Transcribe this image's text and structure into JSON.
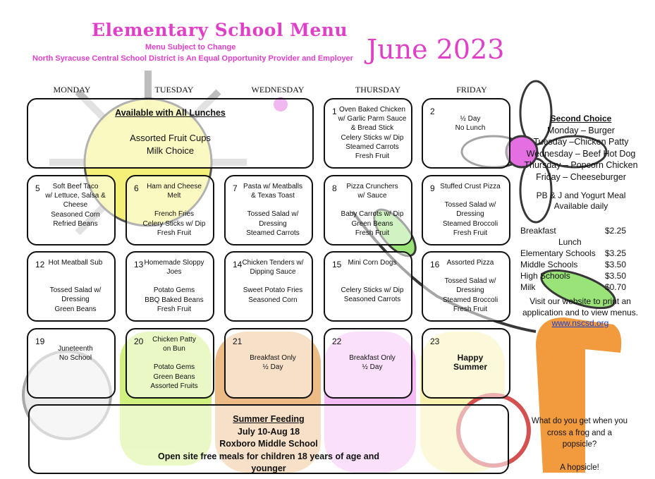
{
  "header": {
    "title": "Elementary School Menu",
    "subtitle": "Menu Subject to Change",
    "equal_opportunity": "North Syracuse Central School District is An Equal Opportunity Provider and Employer",
    "month": "June 2023"
  },
  "weekdays": [
    "MONDAY",
    "TUESDAY",
    "WEDNESDAY",
    "THURSDAY",
    "FRIDAY"
  ],
  "all_lunches": {
    "title": "Available with All Lunches",
    "items": [
      "Assorted Fruit Cups",
      "Milk Choice"
    ]
  },
  "days": [
    {
      "num": "1",
      "lines": [
        "Oven Baked Chicken",
        "w/ Garlic Parm Sauce",
        "& Bread Stick",
        "Celery Sticks w/ Dip",
        "Steamed Carrots",
        "Fresh Fruit"
      ]
    },
    {
      "num": "2",
      "lines": [
        "",
        "½ Day",
        "No Lunch"
      ]
    },
    {
      "num": "5",
      "lines": [
        "Soft Beef Taco",
        "w/ Lettuce, Salsa &",
        "Cheese",
        "Seasoned Corn",
        "Refried Beans"
      ]
    },
    {
      "num": "6",
      "lines": [
        "Ham and Cheese",
        "Melt",
        "",
        "French Fries",
        "Celery Sticks w/ Dip",
        "Fresh Fruit"
      ]
    },
    {
      "num": "7",
      "lines": [
        "Pasta w/ Meatballs",
        "& Texas Toast",
        "",
        "Tossed Salad w/",
        "Dressing",
        "Steamed Carrots"
      ]
    },
    {
      "num": "8",
      "lines": [
        "Pizza Crunchers",
        "w/ Sauce",
        "",
        "Baby Carrots w/ Dip",
        "Green Beans",
        "Fresh Fruit"
      ]
    },
    {
      "num": "9",
      "lines": [
        "Stuffed Crust Pizza",
        "",
        "Tossed Salad w/ Dressing",
        "Steamed Broccoli",
        "Fresh Fruit"
      ]
    },
    {
      "num": "12",
      "lines": [
        "Hot Meatball Sub",
        "",
        "",
        "Tossed Salad w/",
        "Dressing",
        "Green Beans"
      ]
    },
    {
      "num": "13",
      "lines": [
        "Homemade Sloppy",
        "Joes",
        "",
        "Potato Gems",
        "BBQ Baked Beans",
        "Fresh Fruit"
      ]
    },
    {
      "num": "14",
      "lines": [
        "Chicken Tenders w/",
        "Dipping Sauce",
        "",
        "Sweet Potato Fries",
        "Seasoned Corn"
      ]
    },
    {
      "num": "15",
      "lines": [
        "Mini Corn Dogs",
        "",
        "",
        "Celery Sticks w/ Dip",
        "Seasoned Carrots"
      ]
    },
    {
      "num": "16",
      "lines": [
        "Assorted Pizza",
        "",
        "Tossed Salad w/",
        "Dressing",
        "Steamed Broccoli",
        "Fresh Fruit"
      ]
    },
    {
      "num": "19",
      "lines": [
        "",
        "Juneteenth",
        "No School"
      ]
    },
    {
      "num": "20",
      "lines": [
        "Chicken Patty",
        "on Bun",
        "",
        "Potato Gems",
        "Green Beans",
        "Assorted Fruits"
      ]
    },
    {
      "num": "21",
      "lines": [
        "",
        "",
        "Breakfast Only",
        "½ Day"
      ]
    },
    {
      "num": "22",
      "lines": [
        "",
        "",
        "Breakfast Only",
        "½ Day"
      ]
    },
    {
      "num": "23",
      "lines": [
        "",
        "",
        "Happy",
        "Summer"
      ]
    }
  ],
  "summer_feeding": {
    "title": "Summer Feeding",
    "dates": "July 10-Aug 18",
    "location": "Roxboro Middle School",
    "note": "Open site free meals for children 18 years of age and younger"
  },
  "second_choice": {
    "title": "Second Choice",
    "items": [
      "Monday – Burger",
      "Tuesday –Chicken Patty",
      "Wednesday – Beef Hot Dog",
      "Thursday – Popcorn Chicken",
      "Friday – Cheeseburger"
    ]
  },
  "pbj": [
    "PB & J and Yogurt Meal",
    "Available daily"
  ],
  "prices": {
    "breakfast_label": "Breakfast",
    "breakfast_price": "$2.25",
    "lunch_label": "Lunch",
    "rows": [
      {
        "label": "Elementary Schools",
        "price": "$3.25"
      },
      {
        "label": "Middle Schools",
        "price": "$3.50"
      },
      {
        "label": "High Schools",
        "price": "$3.50"
      },
      {
        "label": "Milk",
        "price": "$0.70"
      }
    ]
  },
  "website": {
    "text": "Visit our website to print an application and to view menus.",
    "url": "www.nscsd.org"
  },
  "joke": {
    "question": "What do you get when you cross a frog and a popsicle?",
    "answer": "A hopsicle!"
  },
  "colors": {
    "accent_pink": "#e040c8",
    "sun_yellow": "#f5f06a",
    "leaf_green": "#8fe06a",
    "flower_pink": "#e060e0",
    "letter_orange": "#f08a1c",
    "link_blue": "#1a3fcf"
  }
}
